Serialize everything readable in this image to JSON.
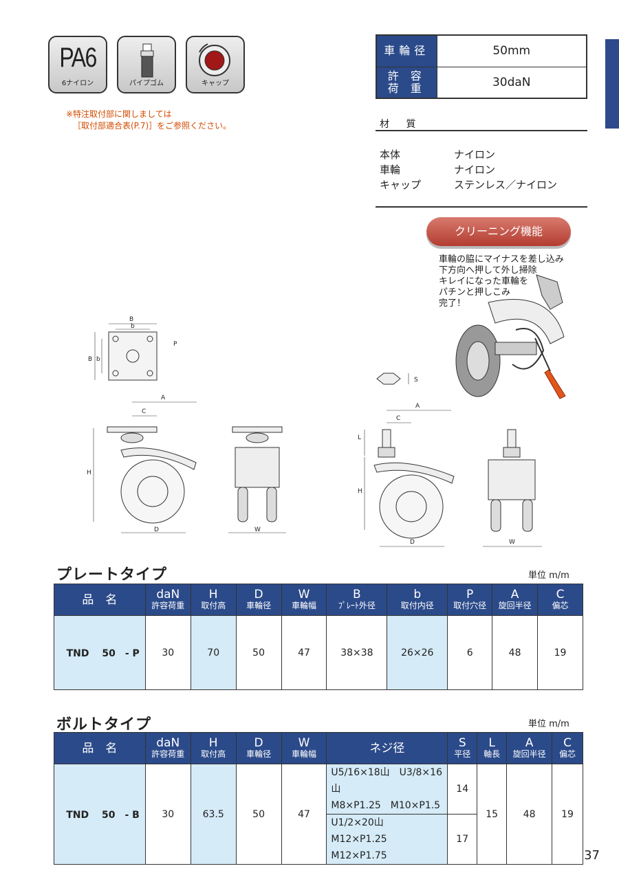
{
  "icons": {
    "pa6_big": "PA6",
    "pa6_caption": "6ナイロン",
    "pipe_caption": "パイプゴム",
    "cap_caption": "キャップ"
  },
  "note": {
    "line1": "※特注取付部に関しましては",
    "line2": "［取付部適合表(P.7)］をご参照ください。"
  },
  "spec": {
    "wheel_label": "車輪径",
    "wheel_value": "50mm",
    "load_label1": "許 容",
    "load_label2": "荷 重",
    "load_value": "30daN"
  },
  "material": {
    "title": "材 質",
    "rows": [
      {
        "k": "本体",
        "v": "ナイロン"
      },
      {
        "k": "車輪",
        "v": "ナイロン"
      },
      {
        "k": "キャップ",
        "v": "ステンレス／ナイロン"
      }
    ]
  },
  "cleaning": {
    "title": "クリーニング機能",
    "lines": [
      "車輪の脇にマイナスを差し込み",
      "下方向へ押して外し掃除",
      "キレイになった車輪を",
      "パチンと押しこみ",
      "完了！"
    ]
  },
  "plate": {
    "title": "プレートタイプ",
    "unit": "単位 m/m",
    "headers": [
      {
        "a": "品　名",
        "b": ""
      },
      {
        "a": "daN",
        "b": "許容荷重"
      },
      {
        "a": "H",
        "b": "取付高"
      },
      {
        "a": "D",
        "b": "車輪径"
      },
      {
        "a": "W",
        "b": "車輪幅"
      },
      {
        "a": "B",
        "b": "ﾌﾟﾚｰﾄ外径"
      },
      {
        "a": "b",
        "b": "取付内径"
      },
      {
        "a": "P",
        "b": "取付穴径"
      },
      {
        "a": "A",
        "b": "旋回半径"
      },
      {
        "a": "C",
        "b": "偏芯"
      }
    ],
    "row": [
      "TND　 50　- P",
      "30",
      "70",
      "50",
      "47",
      "38×38",
      "26×26",
      "6",
      "48",
      "19"
    ]
  },
  "bolt": {
    "title": "ボルトタイプ",
    "unit": "単位 m/m",
    "headers": [
      {
        "a": "品　名",
        "b": ""
      },
      {
        "a": "daN",
        "b": "許容荷重"
      },
      {
        "a": "H",
        "b": "取付高"
      },
      {
        "a": "D",
        "b": "車輪径"
      },
      {
        "a": "W",
        "b": "車輪幅"
      },
      {
        "a": "ネジ径",
        "b": ""
      },
      {
        "a": "S",
        "b": "平径"
      },
      {
        "a": "L",
        "b": "軸長"
      },
      {
        "a": "A",
        "b": "旋回半径"
      },
      {
        "a": "C",
        "b": "偏芯"
      }
    ],
    "name": "TND　 50　- B",
    "load": "30",
    "h": "63.5",
    "d": "50",
    "w": "47",
    "threads": [
      "U5/16×18山　U3/8×16山",
      "M8×P1.25　M10×P1.5",
      "U1/2×20山",
      "M12×P1.25　M12×P1.75"
    ],
    "s": [
      "14",
      "17"
    ],
    "l": "15",
    "a": "48",
    "c": "19"
  },
  "dim_labels": {
    "B": "B",
    "b": "b",
    "P": "P",
    "A": "A",
    "C": "C",
    "H": "H",
    "D": "D",
    "W": "W",
    "S": "S",
    "L": "L"
  },
  "page_number": "37"
}
